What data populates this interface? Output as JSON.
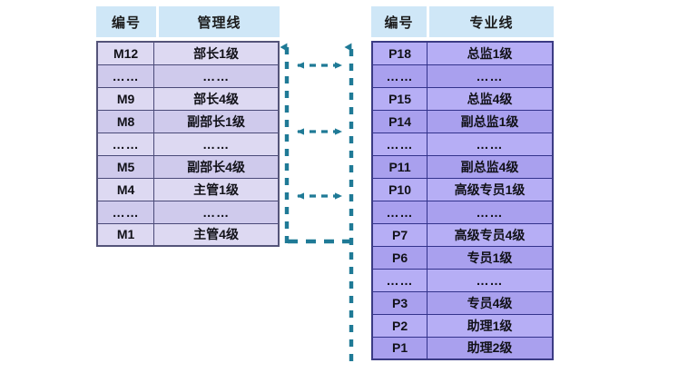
{
  "headers": {
    "mgmt_id": "编号",
    "mgmt_name": "管理线",
    "prof_id": "编号",
    "prof_name": "专业线"
  },
  "colors": {
    "header_bg": "#cfe7f7",
    "mgmt_row_light": "#ddd9f2",
    "mgmt_row_dark": "#cfcaec",
    "prof_row_light": "#b6aef5",
    "prof_row_dark": "#a9a0ee",
    "connector": "#1f7a96",
    "mgmt_border": "#4a4a78",
    "prof_border": "#33338c"
  },
  "mgmt_table": {
    "columns": [
      "编号",
      "管理线"
    ],
    "rows": [
      {
        "id": "M12",
        "name": "部长1级"
      },
      {
        "id": "……",
        "name": "……"
      },
      {
        "id": "M9",
        "name": "部长4级"
      },
      {
        "id": "M8",
        "name": "副部长1级"
      },
      {
        "id": "……",
        "name": "……"
      },
      {
        "id": "M5",
        "name": "副部长4级"
      },
      {
        "id": "M4",
        "name": "主管1级"
      },
      {
        "id": "……",
        "name": "……"
      },
      {
        "id": "M1",
        "name": "主管4级"
      }
    ]
  },
  "prof_table": {
    "columns": [
      "编号",
      "专业线"
    ],
    "rows": [
      {
        "id": "P18",
        "name": "总监1级"
      },
      {
        "id": "……",
        "name": "……"
      },
      {
        "id": "P15",
        "name": "总监4级"
      },
      {
        "id": "P14",
        "name": "副总监1级"
      },
      {
        "id": "……",
        "name": "……"
      },
      {
        "id": "P11",
        "name": "副总监4级"
      },
      {
        "id": "P10",
        "name": "高级专员1级"
      },
      {
        "id": "……",
        "name": "……"
      },
      {
        "id": "P7",
        "name": "高级专员4级"
      },
      {
        "id": "P6",
        "name": "专员1级"
      },
      {
        "id": "……",
        "name": "……"
      },
      {
        "id": "P3",
        "name": "专员4级"
      },
      {
        "id": "P2",
        "name": "助理1级"
      },
      {
        "id": "P1",
        "name": "助理2级"
      }
    ]
  },
  "connectors": {
    "left_line": "dashed-vertical-up-arrow",
    "right_line": "dashed-vertical-up-arrow",
    "bottom_link": "dashed-horizontal",
    "cross_arrows": 3
  }
}
